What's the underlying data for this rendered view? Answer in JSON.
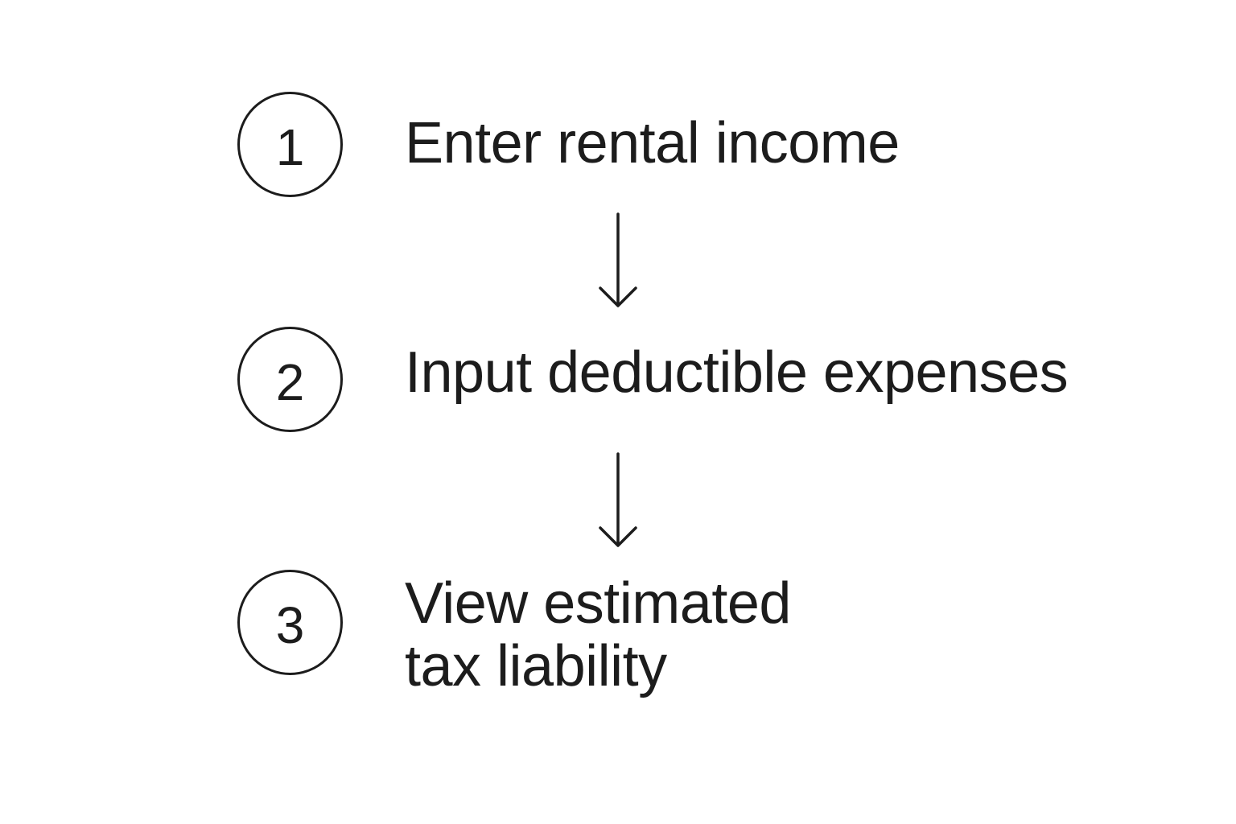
{
  "steps": [
    {
      "number": "1",
      "label_line1": "Enter rental income",
      "label_line2": ""
    },
    {
      "number": "2",
      "label_line1": "Input deductible expenses",
      "label_line2": ""
    },
    {
      "number": "3",
      "label_line1": "View estimated",
      "label_line2": "tax liability"
    }
  ],
  "colors": {
    "ink": "#1c1c1c",
    "background": "#ffffff"
  },
  "icons": {
    "connector": "arrow-down-icon"
  }
}
